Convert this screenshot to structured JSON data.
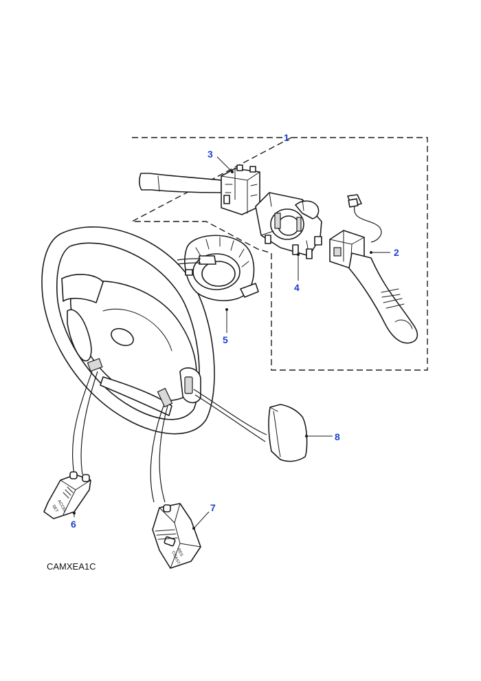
{
  "diagram": {
    "callouts": [
      "1",
      "2",
      "3",
      "4",
      "5",
      "6",
      "7",
      "8"
    ],
    "callout_color": "#1a3fd1",
    "reference_code": "CAMXEA1C",
    "switch_6_text": [
      "SET",
      "ACCEL"
    ],
    "switch_7_text": [
      "RES",
      "COAST"
    ]
  }
}
